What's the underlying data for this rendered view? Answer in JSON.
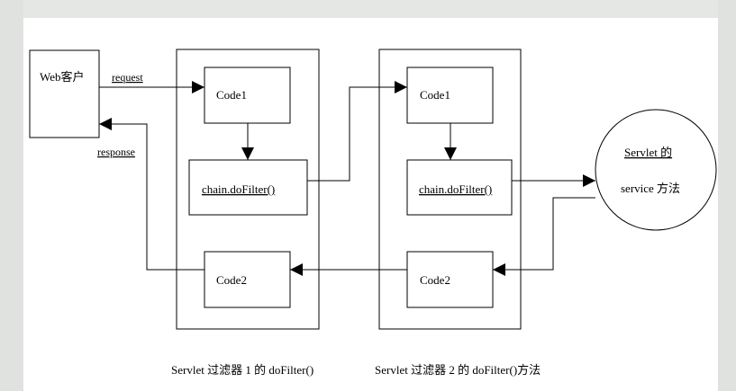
{
  "diagram": {
    "client_label": "Web客户",
    "request_label": "request",
    "response_label": "response",
    "filter1": {
      "code1": "Code1",
      "chain": "chain.doFilter()",
      "code2": "Code2",
      "caption": "Servlet 过滤器 1 的 doFilter()"
    },
    "filter2": {
      "code1": "Code1",
      "chain": "chain.doFilter()",
      "code2": "Code2",
      "caption": "Servlet 过滤器 2 的 doFilter()方法"
    },
    "servlet": {
      "line1": "Servlet 的",
      "line2": "service 方法"
    }
  }
}
